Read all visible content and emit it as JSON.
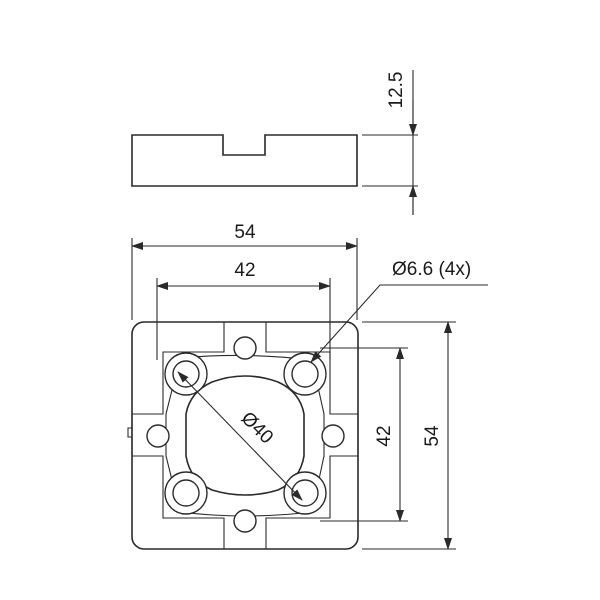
{
  "side_view": {
    "height_dim": "12.5"
  },
  "top_view": {
    "overall_width_dim": "54",
    "hole_spacing_width_dim": "42",
    "hole_spacing_height_dim": "42",
    "overall_height_dim": "54",
    "hole_callout": "Ø6.6 (4x)",
    "bore_diameter": "Ø40"
  },
  "colors": {
    "line": "#2a2a2a",
    "text": "#1a1a1a",
    "background": "#ffffff"
  }
}
